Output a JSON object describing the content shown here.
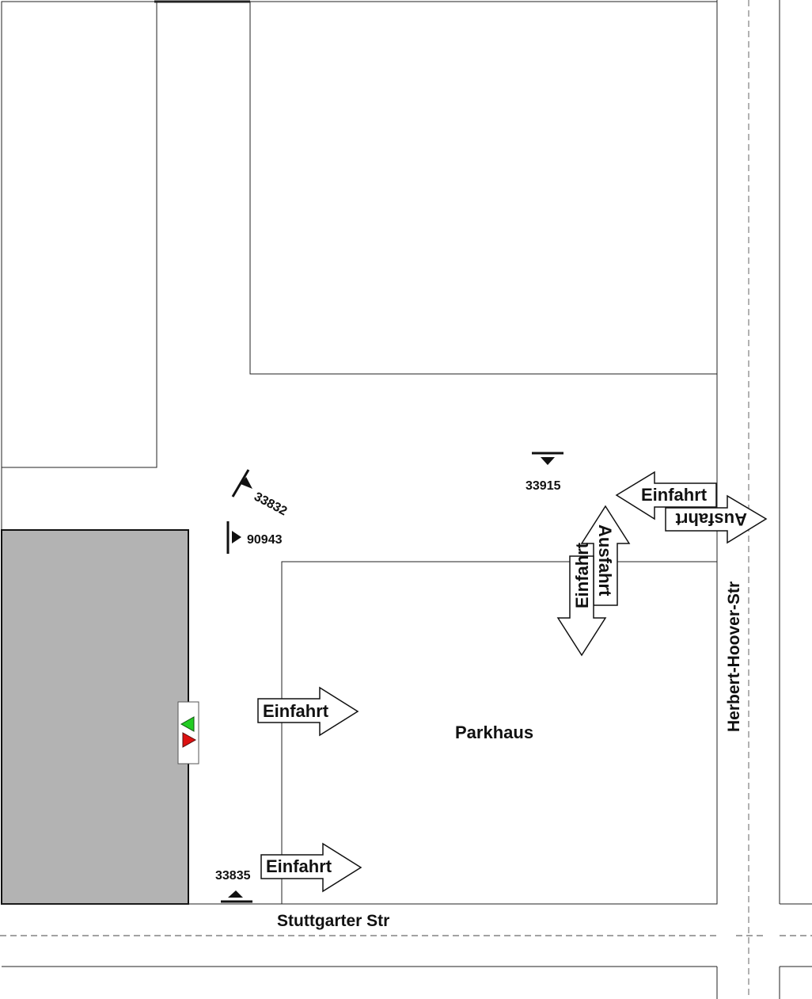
{
  "map": {
    "building_label": "Parkhaus",
    "streets": {
      "south": "Stuttgarter Str",
      "east": "Herbert-Hoover-Str"
    },
    "arrows": {
      "west_entry_upper": "Einfahrt",
      "west_entry_lower": "Einfahrt",
      "east_entry": "Einfahrt",
      "east_exit": "Ausfahrt",
      "north_exit": "Ausfahrt",
      "north_entry": "Einfahrt"
    },
    "detectors": {
      "d1": "33832",
      "d2": "90943",
      "d3": "33915",
      "d4": "33835"
    },
    "colors": {
      "occupied_block": "#b3b3b3",
      "signal_green": "#22cc22",
      "signal_red": "#dd1111"
    }
  }
}
